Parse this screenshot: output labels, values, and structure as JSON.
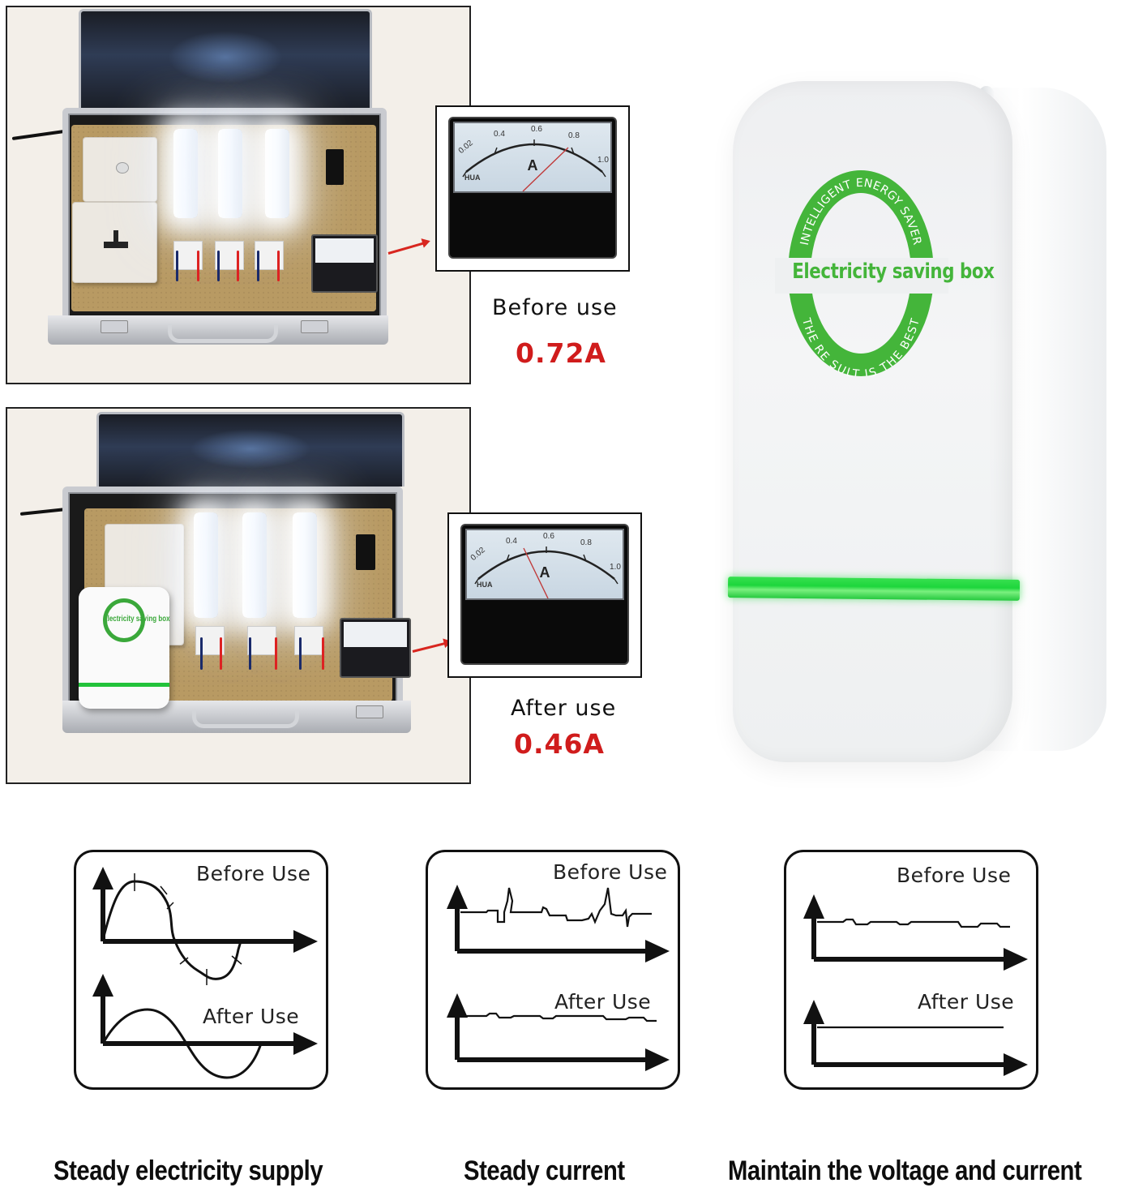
{
  "comparison": {
    "before": {
      "label": "Before use",
      "value": "0.72A",
      "meter": {
        "brand": "HUA",
        "unit_symbol": "A",
        "scale_ticks": [
          "0.02",
          "0.4",
          "0.6",
          "0.8",
          "1.0"
        ],
        "needle_reading": 0.72
      }
    },
    "after": {
      "label": "After use",
      "value": "0.46A",
      "meter": {
        "brand": "HUA",
        "unit_symbol": "A",
        "scale_ticks": [
          "0.02",
          "0.4",
          "0.6",
          "0.8",
          "1.0"
        ],
        "needle_reading": 0.46
      }
    },
    "accent_color": "#d01c1c"
  },
  "product": {
    "logo_top_arc": "INTELLIGENT ENERGY SAVER",
    "logo_main": "Electricity saving box",
    "logo_bottom_arc": "THE RE SULT IS THE BEST",
    "brand_color": "#44b53a",
    "indicator_color": "#1dd63c"
  },
  "diagrams": [
    {
      "before_label": "Before Use",
      "after_label": "After Use",
      "caption": "Steady electricity supply",
      "before_icon": "distorted-sine-wave",
      "after_icon": "clean-sine-wave"
    },
    {
      "before_label": "Before Use",
      "after_label": "After Use",
      "caption": "Steady current",
      "before_icon": "spiky-current-line",
      "after_icon": "near-flat-current-line"
    },
    {
      "before_label": "Before Use",
      "after_label": "After Use",
      "caption": "Maintain the voltage and current",
      "before_icon": "slightly-wavy-line",
      "after_icon": "flat-line"
    }
  ]
}
